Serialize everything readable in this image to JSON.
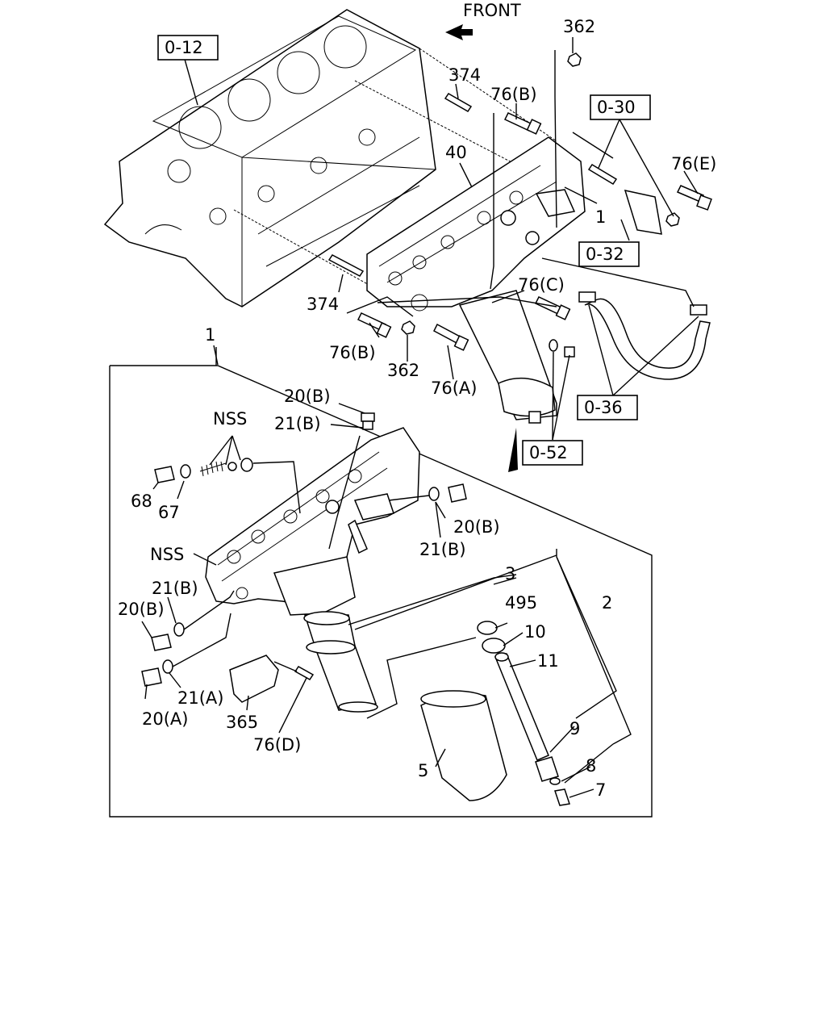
{
  "front_label": "FRONT",
  "refs": {
    "r012": "0-12",
    "r030": "0-30",
    "r032": "0-32",
    "r036": "0-36",
    "r052": "0-52"
  },
  "labels": {
    "p362_top": "362",
    "p374_top": "374",
    "p76b_top": "76(B)",
    "p40": "40",
    "p76e": "76(E)",
    "p1_right": "1",
    "p374_left": "374",
    "p76c": "76(C)",
    "p76b_mid": "76(B)",
    "p362_mid": "362",
    "p76a": "76(A)",
    "p1_box": "1",
    "p20b_top": "20(B)",
    "p21b_top": "21(B)",
    "nss_top": "NSS",
    "p68": "68",
    "p67": "67",
    "p20b_right": "20(B)",
    "p21b_right": "21(B)",
    "nss_left": "NSS",
    "p3": "3",
    "p2": "2",
    "p21b_left": "21(B)",
    "p20b_left": "20(B)",
    "p495": "495",
    "p10": "10",
    "p11": "11",
    "p21a": "21(A)",
    "p20a": "20(A)",
    "p365": "365",
    "p76d": "76(D)",
    "p9": "9",
    "p5": "5",
    "p8": "8",
    "p7": "7"
  }
}
